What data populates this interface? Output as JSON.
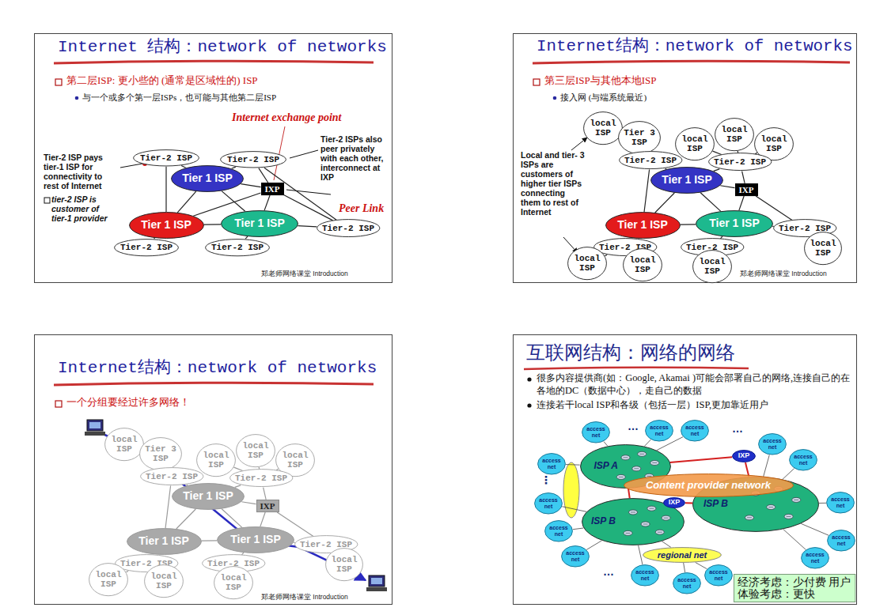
{
  "diagram": {
    "nodes": [
      {
        "text": [
          "Internet 结构：network of networks",
          "第二层ISP: 更小些的 (通常是区域性的) ISP",
          "与一个或多个第一层ISPs，也可能与其他第二层ISP",
          "郑老师网络课堂 Introduction"
        ]
      },
      {
        "text": [
          "Tier-2 ISP"
        ],
        "in": 0
      },
      {
        "text": [
          "Tier-2 ISP"
        ],
        "in": 0
      },
      {
        "text": [
          "Tier 1 ISP"
        ],
        "in": 0
      },
      {
        "text": [
          "IXP"
        ],
        "in": 0
      },
      {
        "text": [
          "Tier 1 ISP"
        ],
        "in": 0
      },
      {
        "text": [
          "Tier 1 ISP"
        ],
        "in": 0
      },
      {
        "text": [
          "Tier-2 ISP"
        ],
        "in": 0
      },
      {
        "text": [
          "Tier-2 ISP"
        ],
        "in": 0
      },
      {
        "text": [
          "Tier-2 ISP"
        ],
        "in": 0
      },
      {
        "text": [
          "Internet结构：network of networks",
          "第三层ISP与其他本地ISP",
          "接入网 (与端系统最近)",
          "郑老师网络课堂 Introduction"
        ]
      },
      {
        "text": [
          "local ISP"
        ],
        "in": 10
      },
      {
        "text": [
          "Tier 3 ISP"
        ],
        "in": 10
      },
      {
        "text": [
          "local ISP"
        ],
        "in": 10
      },
      {
        "text": [
          "local ISP"
        ],
        "in": 10
      },
      {
        "text": [
          "local ISP"
        ],
        "in": 10
      },
      {
        "text": [
          "Tier-2 ISP"
        ],
        "in": 10
      },
      {
        "text": [
          "Tier-2 ISP"
        ],
        "in": 10
      },
      {
        "text": [
          "Tier 1 ISP"
        ],
        "in": 10
      },
      {
        "text": [
          "IXP"
        ],
        "in": 10
      },
      {
        "text": [
          "Tier 1 ISP"
        ],
        "in": 10
      },
      {
        "text": [
          "Tier 1 ISP"
        ],
        "in": 10
      },
      {
        "text": [
          "Tier-2 ISP"
        ],
        "in": 10
      },
      {
        "text": [
          "local ISP"
        ],
        "in": 10
      },
      {
        "text": [
          "Tier-2 ISP"
        ],
        "in": 10
      },
      {
        "text": [
          "local ISP"
        ],
        "in": 10
      },
      {
        "text": [
          "local ISP"
        ],
        "in": 10
      },
      {
        "text": [
          "Tier-2 ISP"
        ],
        "in": 10
      },
      {
        "text": [
          "local ISP"
        ],
        "in": 10
      },
      {
        "text": [
          "Internet结构：network of networks",
          "一个分组要经过许多网络！",
          "郑老师网络课堂 Introduction"
        ]
      },
      {
        "text": [
          "local ISP"
        ],
        "in": 29
      },
      {
        "text": [
          "Tier 3 ISP"
        ],
        "in": 29
      },
      {
        "text": [
          "local ISP"
        ],
        "in": 29
      },
      {
        "text": [
          "local ISP"
        ],
        "in": 29
      },
      {
        "text": [
          "local ISP"
        ],
        "in": 29
      },
      {
        "text": [
          "Tier-2 ISP"
        ],
        "in": 29
      },
      {
        "text": [
          "Tier-2 ISP"
        ],
        "in": 29
      },
      {
        "text": [
          "Tier 1 ISP"
        ],
        "in": 29
      },
      {
        "text": [
          "IXP"
        ],
        "in": 29
      },
      {
        "text": [
          "Tier 1 ISP"
        ],
        "in": 29
      },
      {
        "text": [
          "Tier 1 ISP"
        ],
        "in": 29
      },
      {
        "text": [
          "Tier-2 ISP"
        ],
        "in": 29
      },
      {
        "text": [
          "local ISP"
        ],
        "in": 29
      },
      {
        "text": [
          "Tier-2 ISP"
        ],
        "in": 29
      },
      {
        "text": [
          "local ISP"
        ],
        "in": 29
      },
      {
        "text": [
          "local ISP"
        ],
        "in": 29
      },
      {
        "text": [
          "Tier-2 ISP"
        ],
        "in": 29
      },
      {
        "text": [
          "local ISP"
        ],
        "in": 29
      },
      {
        "text": [
          "互联网结构：网络的网络",
          "很多内容提供商(如：Google, Akamai )可能会部署自己的网络,连接自己的在各地的DC（数据中心），走自己的数据",
          "连接若干local ISP和各级（包括一层）ISP,更加靠近用户"
        ]
      },
      {
        "text": [
          "ISP A"
        ],
        "in": 48
      },
      {
        "text": [
          "ISP B"
        ],
        "in": 48
      },
      {
        "text": [
          "ISP B"
        ],
        "in": 48
      },
      {
        "text": [
          "Content provider network"
        ],
        "in": 48
      },
      {
        "text": [
          "IXP"
        ],
        "in": 48
      },
      {
        "text": [
          "IXP"
        ],
        "in": 48
      },
      {
        "text": [
          "regional net"
        ],
        "in": 48
      },
      {
        "text": [
          "access net"
        ],
        "in": 48
      },
      {
        "text": [
          "access net"
        ],
        "in": 48
      },
      {
        "text": [
          "access net"
        ],
        "in": 48
      },
      {
        "text": [
          "access net"
        ],
        "in": 48
      },
      {
        "text": [
          "access net"
        ],
        "in": 48
      },
      {
        "text": [
          "access net"
        ],
        "in": 48
      },
      {
        "text": [
          "access net"
        ],
        "in": 48
      },
      {
        "text": [
          "access net"
        ],
        "in": 48
      },
      {
        "text": [
          "access net"
        ],
        "in": 48
      },
      {
        "text": [
          "access net"
        ],
        "in": 48
      },
      {
        "text": [
          "access net"
        ],
        "in": 48
      },
      {
        "text": [
          "access net"
        ],
        "in": 48
      },
      {
        "text": [
          "access net"
        ],
        "in": 48
      },
      {
        "text": [
          "access net"
        ],
        "in": 48
      },
      {
        "text": [
          "access net"
        ],
        "in": 48
      },
      {
        "text": [
          "经济考虑：少付费 用户体验考虑：更快"
        ],
        "in": 48
      }
    ],
    "edges": [
      {
        "from": 1,
        "to": 3,
        "arrow": "none"
      },
      {
        "from": 1,
        "to": 5,
        "arrow": "none"
      },
      {
        "from": 2,
        "to": 3,
        "arrow": "none"
      },
      {
        "from": 2,
        "to": 4,
        "arrow": "none"
      },
      {
        "from": 3,
        "to": 4,
        "arrow": "none"
      },
      {
        "from": 3,
        "to": 5,
        "arrow": "none"
      },
      {
        "from": 3,
        "to": 6,
        "arrow": "none"
      },
      {
        "from": 5,
        "to": 6,
        "arrow": "none"
      },
      {
        "from": 5,
        "to": 4,
        "arrow": "none"
      },
      {
        "from": 6,
        "to": 4,
        "arrow": "none"
      },
      {
        "from": 7,
        "to": 6,
        "arrow": "none"
      },
      {
        "from": 7,
        "to": 4,
        "arrow": "none"
      },
      {
        "from": 8,
        "to": 5,
        "arrow": "none"
      },
      {
        "from": 9,
        "to": 6,
        "arrow": "none"
      },
      {
        "from": 2,
        "to": 7,
        "arrow": "none"
      },
      {
        "from": 11,
        "to": 16,
        "arrow": "none"
      },
      {
        "from": 12,
        "to": 16,
        "arrow": "none"
      },
      {
        "from": 13,
        "to": 17,
        "arrow": "none"
      },
      {
        "from": 14,
        "to": 17,
        "arrow": "none"
      },
      {
        "from": 15,
        "to": 17,
        "arrow": "none"
      },
      {
        "from": 16,
        "to": 18,
        "arrow": "none"
      },
      {
        "from": 16,
        "to": 20,
        "arrow": "none"
      },
      {
        "from": 17,
        "to": 18,
        "arrow": "none"
      },
      {
        "from": 17,
        "to": 19,
        "arrow": "none"
      },
      {
        "from": 18,
        "to": 19,
        "arrow": "none"
      },
      {
        "from": 18,
        "to": 20,
        "arrow": "none"
      },
      {
        "from": 18,
        "to": 21,
        "arrow": "none"
      },
      {
        "from": 20,
        "to": 21,
        "arrow": "none"
      },
      {
        "from": 21,
        "to": 19,
        "arrow": "none"
      },
      {
        "from": 22,
        "to": 21,
        "arrow": "none"
      },
      {
        "from": 22,
        "to": 19,
        "arrow": "none"
      },
      {
        "from": 23,
        "to": 22,
        "arrow": "none"
      },
      {
        "from": 24,
        "to": 20,
        "arrow": "none"
      },
      {
        "from": 25,
        "to": 24,
        "arrow": "none"
      },
      {
        "from": 26,
        "to": 24,
        "arrow": "none"
      },
      {
        "from": 27,
        "to": 21,
        "arrow": "none"
      },
      {
        "from": 28,
        "to": 27,
        "arrow": "none"
      },
      {
        "from": 30,
        "to": 35,
        "arrow": "none"
      },
      {
        "from": 31,
        "to": 35,
        "arrow": "none"
      },
      {
        "from": 32,
        "to": 36,
        "arrow": "none"
      },
      {
        "from": 33,
        "to": 36,
        "arrow": "none"
      },
      {
        "from": 34,
        "to": 36,
        "arrow": "none"
      },
      {
        "from": 35,
        "to": 37,
        "arrow": "none"
      },
      {
        "from": 35,
        "to": 39,
        "arrow": "none"
      },
      {
        "from": 36,
        "to": 37,
        "arrow": "none"
      },
      {
        "from": 36,
        "to": 38,
        "arrow": "none"
      },
      {
        "from": 37,
        "to": 38,
        "arrow": "none"
      },
      {
        "from": 37,
        "to": 39,
        "arrow": "none"
      },
      {
        "from": 37,
        "to": 40,
        "arrow": "none"
      },
      {
        "from": 39,
        "to": 40,
        "arrow": "none"
      },
      {
        "from": 40,
        "to": 38,
        "arrow": "none"
      },
      {
        "from": 41,
        "to": 40,
        "arrow": "none"
      },
      {
        "from": 41,
        "to": 38,
        "arrow": "none"
      },
      {
        "from": 42,
        "to": 41,
        "arrow": "none"
      },
      {
        "from": 43,
        "to": 39,
        "arrow": "none"
      },
      {
        "from": 44,
        "to": 43,
        "arrow": "none"
      },
      {
        "from": 45,
        "to": 43,
        "arrow": "none"
      },
      {
        "from": 46,
        "to": 40,
        "arrow": "none"
      },
      {
        "from": 47,
        "to": 46,
        "arrow": "none"
      },
      {
        "from": 49,
        "to": 53,
        "arrow": "none"
      },
      {
        "from": 53,
        "to": 50,
        "arrow": "none"
      },
      {
        "from": 49,
        "to": 51,
        "arrow": "none"
      },
      {
        "from": 51,
        "to": 54,
        "arrow": "none"
      },
      {
        "from": 54,
        "to": 50,
        "arrow": "none"
      },
      {
        "from": 55,
        "to": 51,
        "arrow": "none"
      },
      {
        "from": 56,
        "to": 49,
        "arrow": "none"
      },
      {
        "from": 57,
        "to": 49,
        "arrow": "none"
      },
      {
        "from": 58,
        "to": 49,
        "arrow": "none"
      },
      {
        "from": 59,
        "to": 50,
        "arrow": "none"
      },
      {
        "from": 60,
        "to": 50,
        "arrow": "none"
      },
      {
        "from": 61,
        "to": 49,
        "arrow": "none"
      },
      {
        "from": 62,
        "to": 51,
        "arrow": "none"
      },
      {
        "from": 63,
        "to": 51,
        "arrow": "none"
      },
      {
        "from": 64,
        "to": 50,
        "arrow": "none"
      },
      {
        "from": 65,
        "to": 50,
        "arrow": "none"
      },
      {
        "from": 66,
        "to": 50,
        "arrow": "none"
      },
      {
        "from": 67,
        "to": 51,
        "arrow": "none"
      },
      {
        "from": 68,
        "to": 51,
        "arrow": "none"
      },
      {
        "from": 69,
        "to": 55,
        "arrow": "none"
      },
      {
        "from": 70,
        "to": 55,
        "arrow": "none"
      }
    ],
    "labels": [
      "Internet exchange point",
      "Tier-2 ISP pays tier-1 ISP for connectivity to rest of Internet",
      "tier-2 ISP is customer of tier-1 provider",
      "Tier-2 ISPs also peer privately with each other, interconnect at IXP",
      "Peer Link",
      "Local and tier- 3 ISPs are customers of higher tier ISPs connecting them to rest of Internet",
      "…",
      "…",
      "⋮",
      "…"
    ]
  }
}
